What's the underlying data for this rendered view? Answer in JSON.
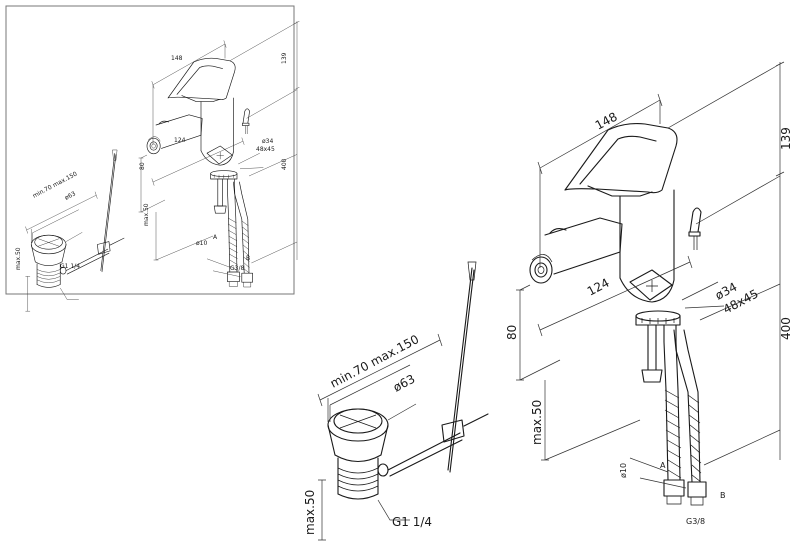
{
  "labels": {
    "width_148": "148",
    "height_139": "139",
    "spout_124": "124",
    "hole_d34": "ø34",
    "base_48x45": "48x45",
    "height_80": "80",
    "hose_400": "400",
    "max_50_mixer": "max.50",
    "d10": "ø10",
    "point_a": "A",
    "point_b": "B",
    "thread_g38": "G3/8",
    "min70_max150": "min.70 max.150",
    "waste_d63": "ø63",
    "max_50_waste": "max.50",
    "thread_g114": "G1 1/4"
  },
  "colors": {
    "line": "#1a1a1a",
    "frame": "#777777",
    "background": "#ffffff"
  }
}
